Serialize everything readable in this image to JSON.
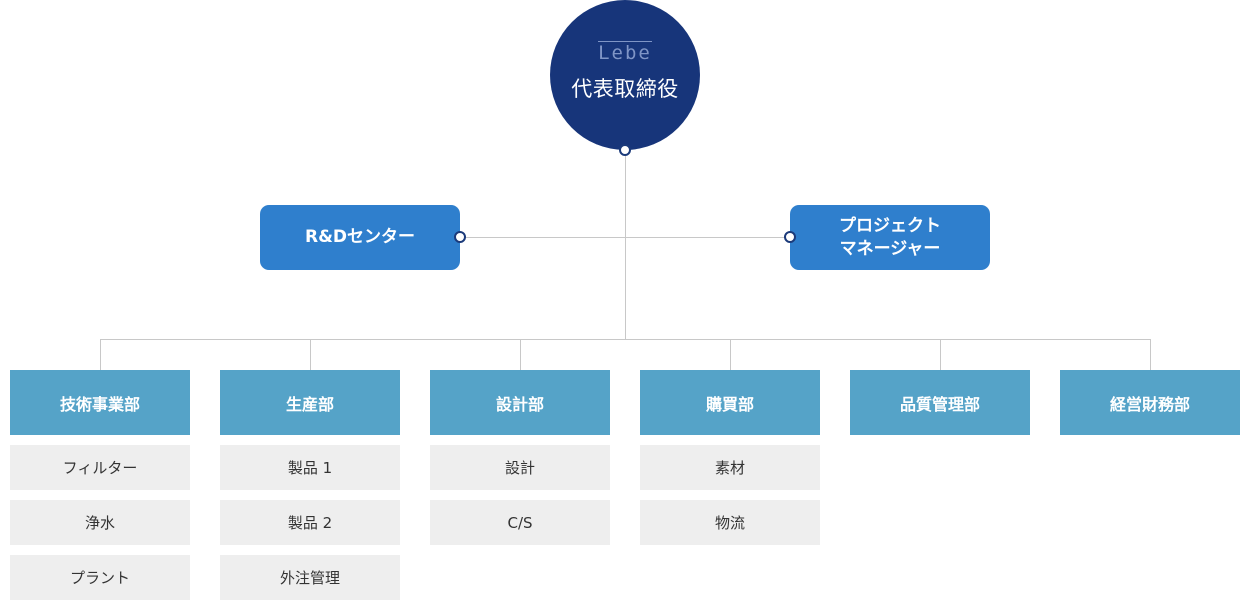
{
  "ceo": {
    "logo": "Lebe",
    "title": "代表取締役"
  },
  "rd_center": {
    "label": "R&Dセンター"
  },
  "project_manager": {
    "line1": "プロジェクト",
    "line2": "マネージャー"
  },
  "departments": [
    {
      "name": "技術事業部",
      "items": [
        "フィルター",
        "浄水",
        "プラント"
      ]
    },
    {
      "name": "生産部",
      "items": [
        "製品 1",
        "製品 2",
        "外注管理"
      ]
    },
    {
      "name": "設計部",
      "items": [
        "設計",
        "C/S"
      ]
    },
    {
      "name": "購買部",
      "items": [
        "素材",
        "物流"
      ]
    },
    {
      "name": "品質管理部",
      "items": []
    },
    {
      "name": "経営財務部",
      "items": []
    }
  ],
  "colors": {
    "ceo_circle": "#17357a",
    "side_box": "#2f7fcd",
    "department_box": "#55a3c8",
    "sub_item_box": "#eeeeee",
    "connector": "#c8c8c8"
  }
}
